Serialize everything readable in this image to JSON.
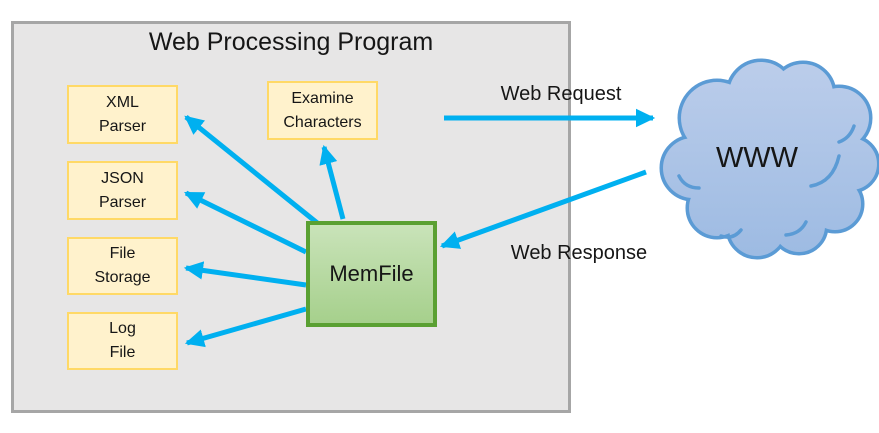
{
  "program": {
    "title": "Web Processing Program"
  },
  "nodes": {
    "xml": {
      "label": "XML\nParser"
    },
    "json": {
      "label": "JSON\nParser"
    },
    "file_storage": {
      "label": "File\nStorage"
    },
    "log": {
      "label": "Log\nFile"
    },
    "examine": {
      "label": "Examine\nCharacters"
    },
    "memfile": {
      "label": "MemFile"
    }
  },
  "cloud": {
    "label": "WWW"
  },
  "edges": {
    "request": {
      "label": "Web Request",
      "from": "Web Processing Program",
      "to": "WWW"
    },
    "response": {
      "label": "Web Response",
      "from": "WWW",
      "to": "MemFile"
    },
    "memfile_targets": [
      "XML Parser",
      "JSON Parser",
      "File Storage",
      "Log File",
      "Examine Characters"
    ]
  },
  "colors": {
    "arrow": "#00B0F0",
    "node_fill": "#FFF2CC",
    "node_border": "#FFD966",
    "memfile_fill_top": "#C9E3B9",
    "memfile_fill_bottom": "#A6D08C",
    "memfile_border": "#5AA032",
    "cloud_fill_top": "#BDCEEB",
    "cloud_fill_bottom": "#9CBAE2",
    "cloud_border": "#5B9BD5",
    "program_fill": "#E7E6E6",
    "program_border": "#A6A6A6"
  }
}
